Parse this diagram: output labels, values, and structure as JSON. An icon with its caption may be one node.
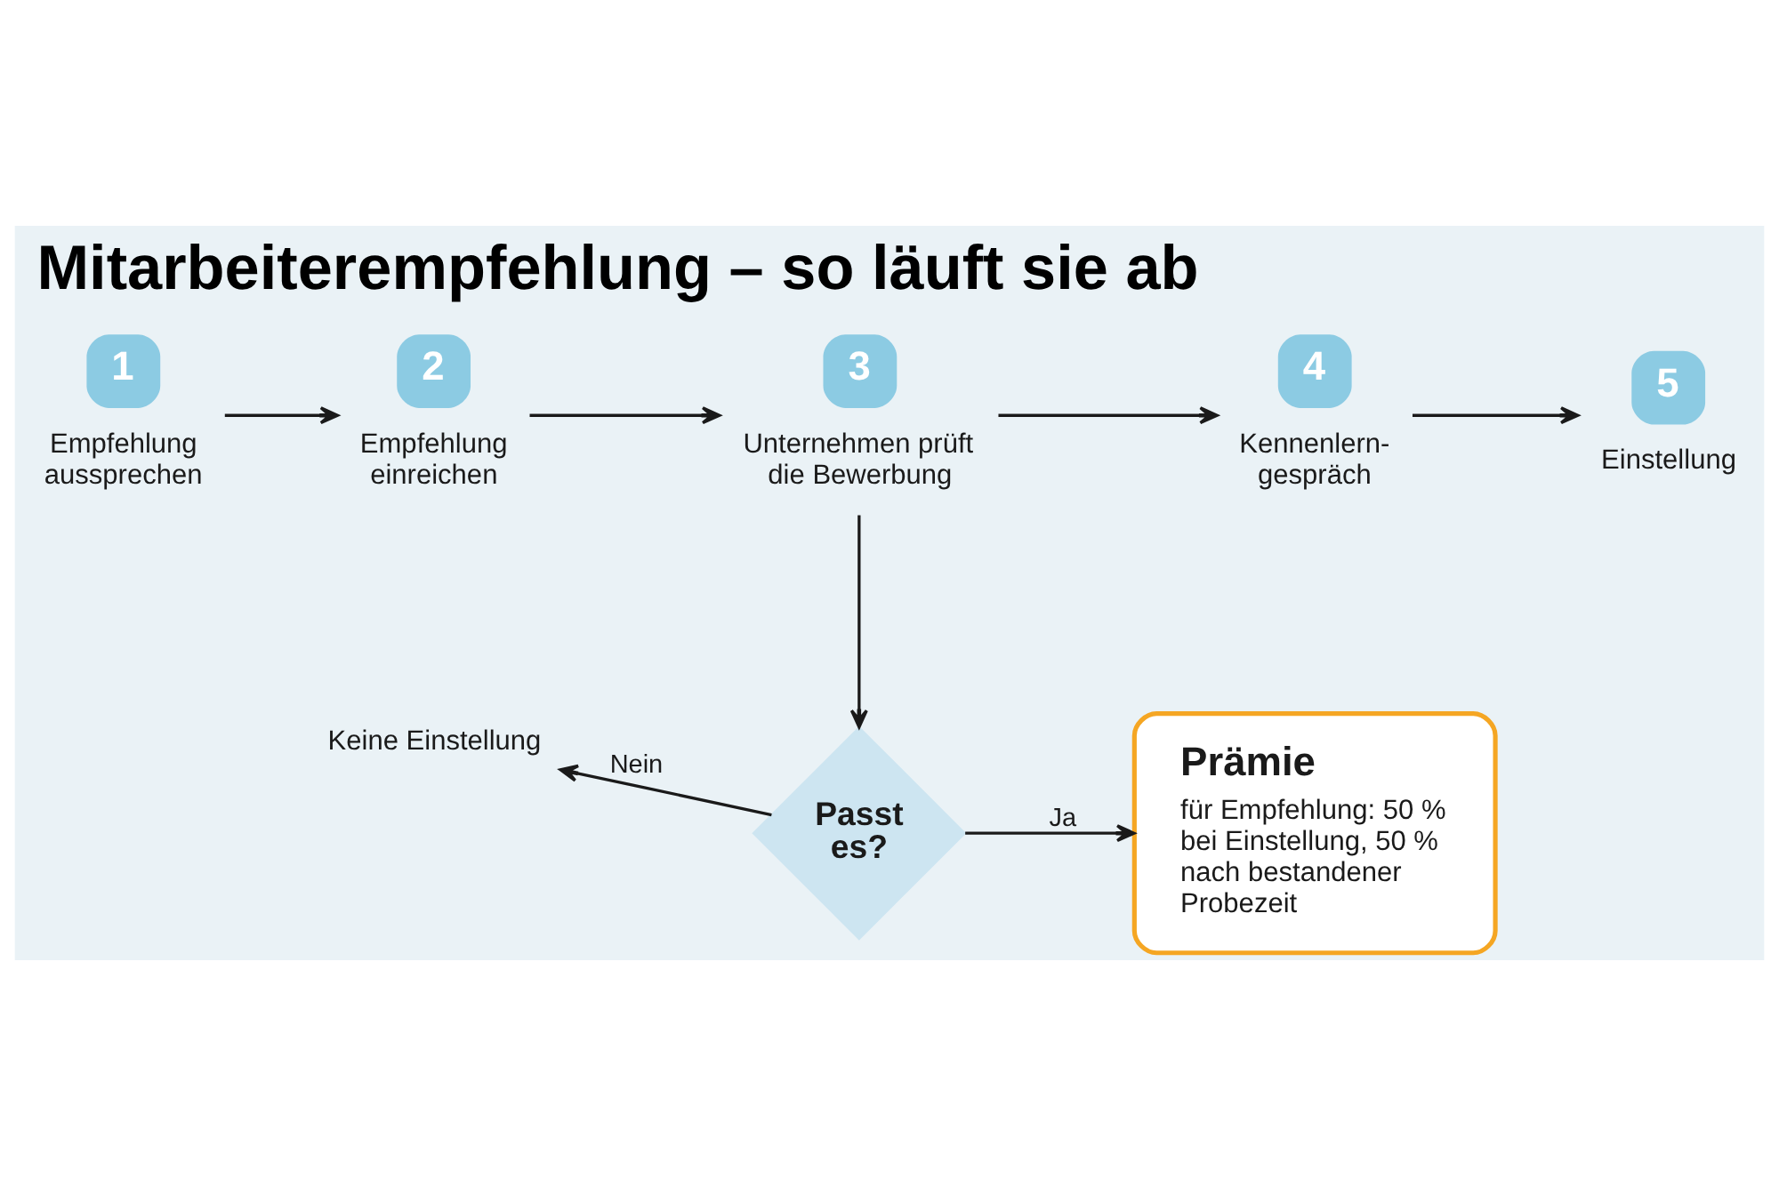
{
  "diagram": {
    "title": "Mitarbeiterempfehlung – so läuft sie ab",
    "nodes": [
      {
        "text": [
          "1",
          "Empfehlung aussprechen"
        ]
      },
      {
        "text": [
          "2",
          "Empfehlung einreichen"
        ]
      },
      {
        "text": [
          "3",
          "Unternehmen prüft die Bewerbung"
        ]
      },
      {
        "text": [
          "4",
          "Kennenlern- gespräch"
        ]
      },
      {
        "text": [
          "5",
          "Einstellung"
        ]
      },
      {
        "text": [
          "Passt es?"
        ]
      },
      {
        "text": [
          "Keine Einstellung"
        ]
      },
      {
        "text": [
          "Prämie",
          "für Empfehlung: 50 % bei Einstellung, 50 % nach bestandener Probezeit"
        ]
      }
    ],
    "edges": [
      {
        "from": 0,
        "to": 1,
        "arrow": "to"
      },
      {
        "from": 1,
        "to": 2,
        "arrow": "to"
      },
      {
        "from": 2,
        "to": 3,
        "arrow": "to"
      },
      {
        "from": 3,
        "to": 4,
        "arrow": "to"
      },
      {
        "from": 2,
        "to": 5,
        "arrow": "to"
      },
      {
        "from": 5,
        "to": 6,
        "arrow": "to",
        "label": "Nein"
      },
      {
        "from": 5,
        "to": 7,
        "arrow": "to",
        "label": "Ja"
      }
    ]
  }
}
